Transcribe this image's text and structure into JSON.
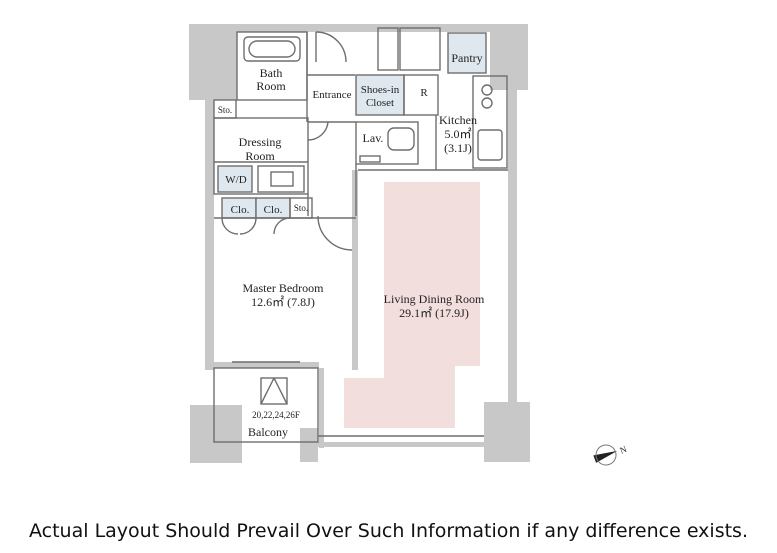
{
  "rooms": {
    "bath": [
      "Bath",
      "Room"
    ],
    "entrance": "Entrance",
    "shoes_in_closet": [
      "Shoes-in",
      "Closet"
    ],
    "fridge": "R",
    "pantry": "Pantry",
    "kitchen": [
      "Kitchen",
      "5.0㎡",
      "(3.1J)"
    ],
    "storage_top": "Sto.",
    "dressing": [
      "Dressing",
      "Room"
    ],
    "washer_dryer": "W/D",
    "lavatory": "Lav.",
    "closet_1": "Clo.",
    "closet_2": "Clo.",
    "storage_mid": "Sto.",
    "master_bedroom": [
      "Master Bedroom",
      "12.6㎡  (7.8J)"
    ],
    "living_dining": [
      "Living Dining Room",
      "29.1㎡  (17.9J)"
    ],
    "balcony_floors": "20,22,24,26F",
    "balcony": "Balcony"
  },
  "disclaimer": "Actual Layout Should Prevail Over Such Information if any difference exists.",
  "colors": {
    "wall": "#c8c8c8",
    "line": "#6e6e6e",
    "fixture_fill": "#dfe8ee",
    "highlight": "#f3dede",
    "background": "#ffffff"
  }
}
